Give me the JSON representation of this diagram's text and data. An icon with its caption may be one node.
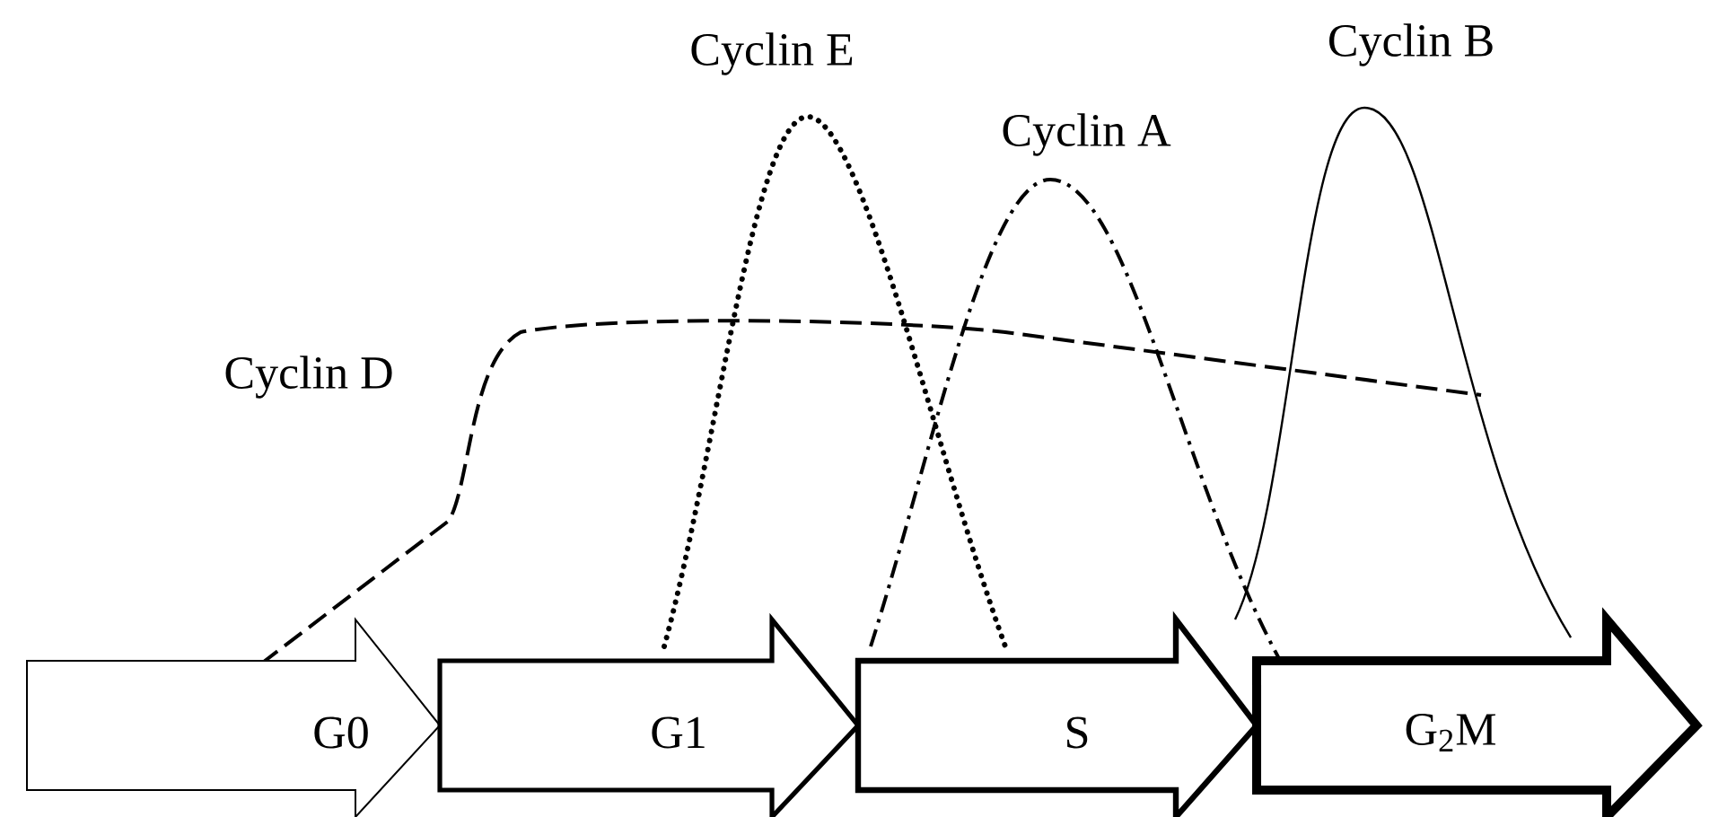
{
  "diagram": {
    "nodes": [
      {
        "text": [
          "G0"
        ]
      },
      {
        "text": [
          "G1"
        ]
      },
      {
        "text": [
          "S"
        ]
      },
      {
        "text": [
          "G$_{2}$M"
        ]
      }
    ],
    "labels": [
      "Cyclin E",
      "Cyclin B",
      "Cyclin A",
      "Cyclin D"
    ]
  }
}
